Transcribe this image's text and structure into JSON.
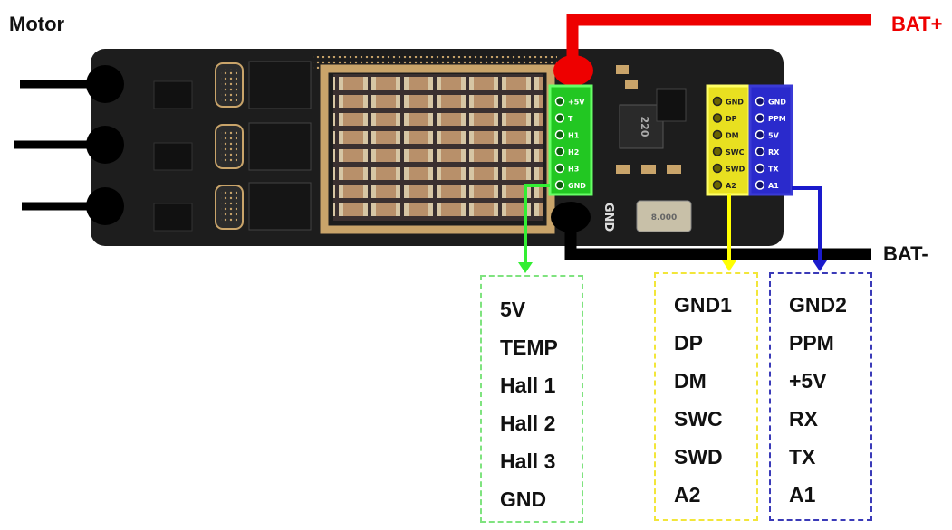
{
  "labels": {
    "motor": "Motor",
    "bat_plus": "BAT+",
    "bat_minus": "BAT-"
  },
  "board_silkscreen": {
    "gnd": "GND",
    "inductor": "220",
    "crystal": "8.000",
    "sensor_header": [
      "+5V",
      "T",
      "H1",
      "H2",
      "H3",
      "GND"
    ],
    "debug_header": [
      "GND",
      "DP",
      "DM",
      "SWC",
      "SWD",
      "A2"
    ],
    "control_header": [
      "GND",
      "PPM",
      "5V",
      "RX",
      "TX",
      "A1"
    ]
  },
  "pinout_groups": {
    "sensor": {
      "color": "#33ee33",
      "pins": [
        "5V",
        "TEMP",
        "Hall 1",
        "Hall 2",
        "Hall 3",
        "GND"
      ]
    },
    "debug": {
      "color": "#ffff00",
      "pins": [
        "GND1",
        "DP",
        "DM",
        "SWC",
        "SWD",
        "A2"
      ]
    },
    "control": {
      "color": "#1a1acc",
      "pins": [
        "GND2",
        "PPM",
        "+5V",
        "RX",
        "TX",
        "A1"
      ]
    }
  },
  "colors": {
    "bat_plus": "#ee0000",
    "bat_minus": "#000000",
    "board": "#202020",
    "capacitor": "#b8906a"
  }
}
